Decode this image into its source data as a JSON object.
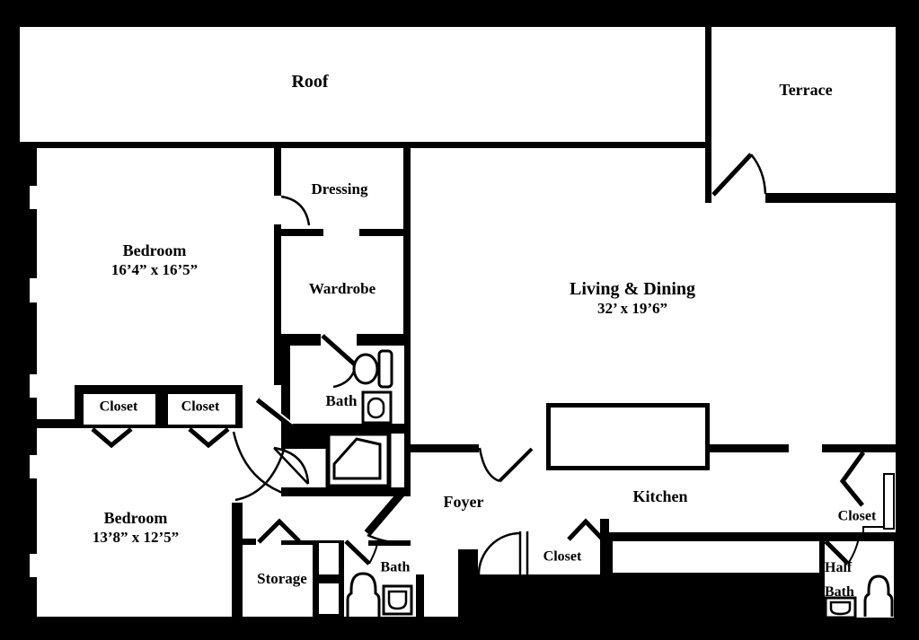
{
  "title": "Apartment floor plan",
  "colors": {
    "wall": "#000000",
    "floor": "#ffffff",
    "text": "#000000"
  },
  "rooms": {
    "roof": {
      "label": "Roof"
    },
    "terrace": {
      "label": "Terrace"
    },
    "bedroom_master": {
      "label": "Bedroom",
      "dimensions": "16’4” x 16’5”"
    },
    "dressing": {
      "label": "Dressing"
    },
    "wardrobe": {
      "label": "Wardrobe"
    },
    "living_dining": {
      "label": "Living & Dining",
      "dimensions": "32’ x 19’6”"
    },
    "bath_master": {
      "label": "Bath"
    },
    "closet_left": {
      "label": "Closet"
    },
    "closet_right": {
      "label": "Closet"
    },
    "bedroom_second": {
      "label": "Bedroom",
      "dimensions": "13’8” x 12’5”"
    },
    "foyer": {
      "label": "Foyer"
    },
    "kitchen": {
      "label": "Kitchen"
    },
    "storage": {
      "label": "Storage"
    },
    "bath_second": {
      "label": "Bath"
    },
    "closet_entry": {
      "label": "Closet"
    },
    "closet_kitchen": {
      "label": "Closet"
    },
    "half_bath": {
      "line1": "Half",
      "line2": "Bath"
    }
  }
}
